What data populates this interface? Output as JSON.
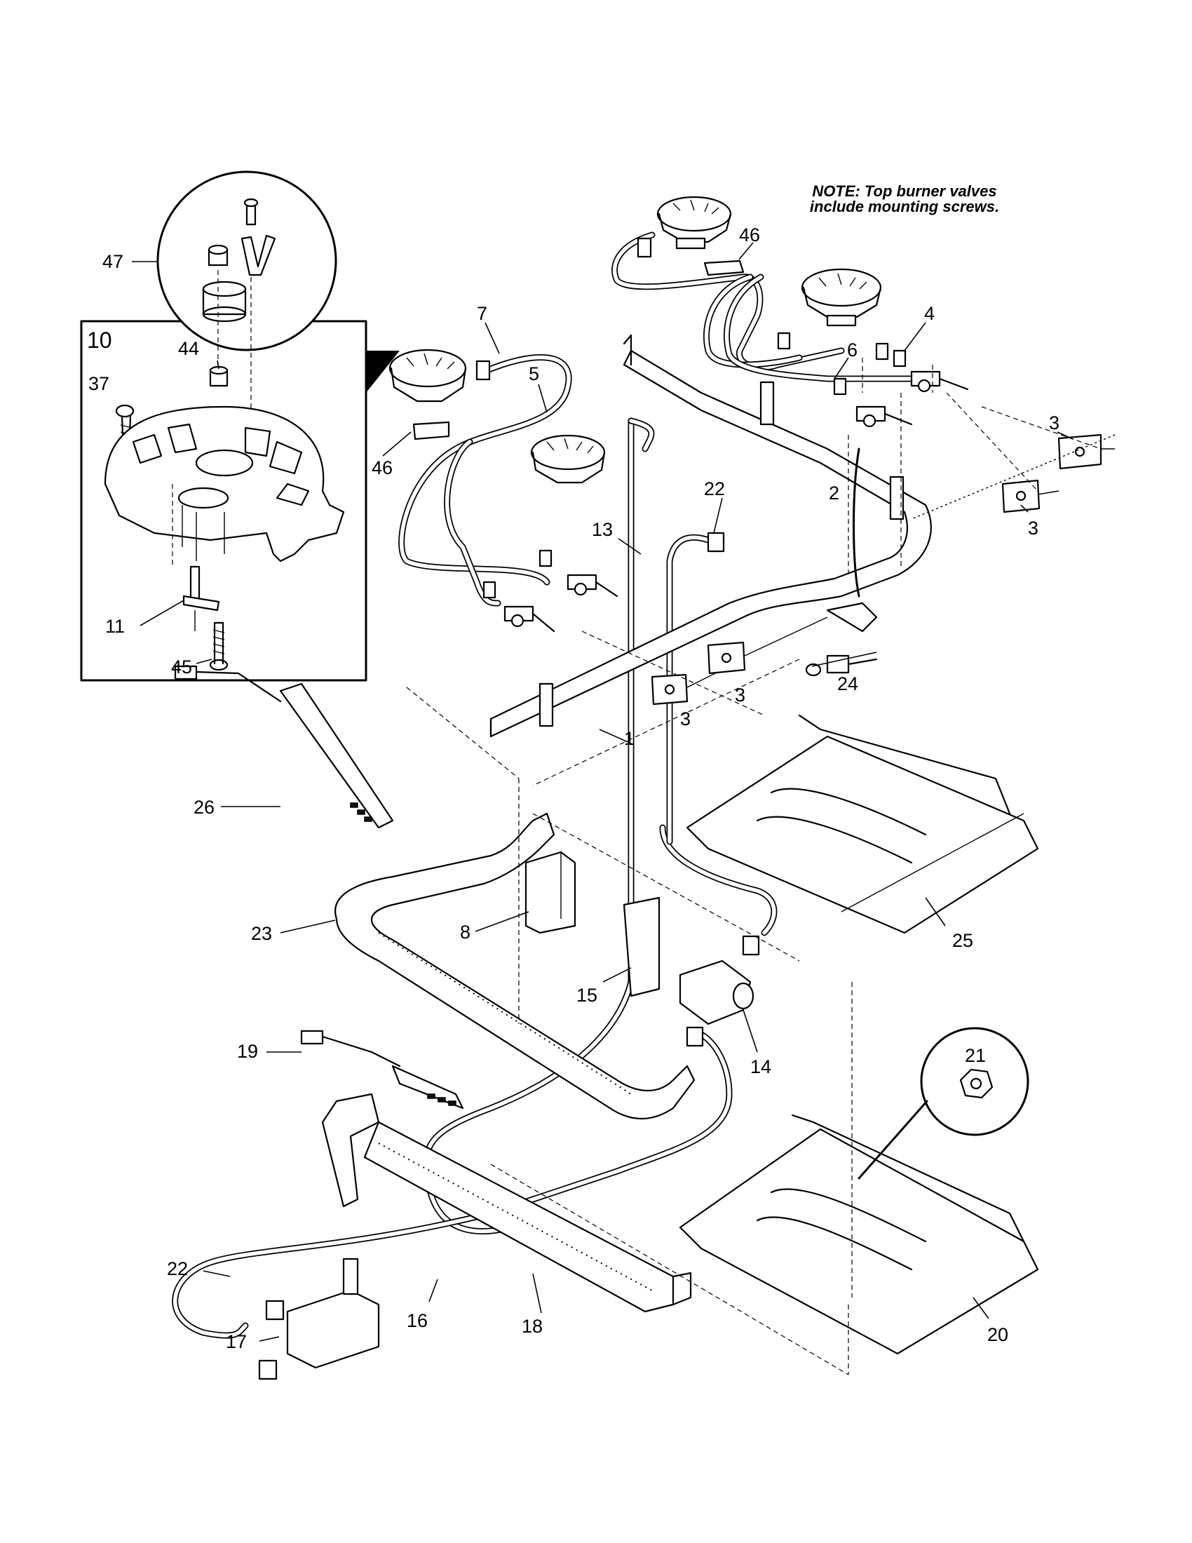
{
  "note": {
    "line1": "NOTE: Top burner valves",
    "line2": "include mounting screws."
  },
  "inset_box_label": "10",
  "callouts": [
    {
      "id": "c47",
      "text": "47"
    },
    {
      "id": "c44",
      "text": "44"
    },
    {
      "id": "c37",
      "text": "37"
    },
    {
      "id": "c11",
      "text": "11"
    },
    {
      "id": "c45",
      "text": "45"
    },
    {
      "id": "c7",
      "text": "7"
    },
    {
      "id": "c5",
      "text": "5"
    },
    {
      "id": "c46a",
      "text": "46"
    },
    {
      "id": "c46b",
      "text": "46"
    },
    {
      "id": "c4",
      "text": "4"
    },
    {
      "id": "c6",
      "text": "6"
    },
    {
      "id": "c2",
      "text": "2"
    },
    {
      "id": "c3a",
      "text": "3"
    },
    {
      "id": "c3b",
      "text": "3"
    },
    {
      "id": "c3c",
      "text": "3"
    },
    {
      "id": "c3d",
      "text": "3"
    },
    {
      "id": "c22a",
      "text": "22"
    },
    {
      "id": "c13",
      "text": "13"
    },
    {
      "id": "c24",
      "text": "24"
    },
    {
      "id": "c1",
      "text": "1"
    },
    {
      "id": "c26",
      "text": "26"
    },
    {
      "id": "c23",
      "text": "23"
    },
    {
      "id": "c8",
      "text": "8"
    },
    {
      "id": "c15",
      "text": "15"
    },
    {
      "id": "c14",
      "text": "14"
    },
    {
      "id": "c25",
      "text": "25"
    },
    {
      "id": "c19",
      "text": "19"
    },
    {
      "id": "c21",
      "text": "21"
    },
    {
      "id": "c22b",
      "text": "22"
    },
    {
      "id": "c17",
      "text": "17"
    },
    {
      "id": "c16",
      "text": "16"
    },
    {
      "id": "c18",
      "text": "18"
    },
    {
      "id": "c20",
      "text": "20"
    }
  ]
}
